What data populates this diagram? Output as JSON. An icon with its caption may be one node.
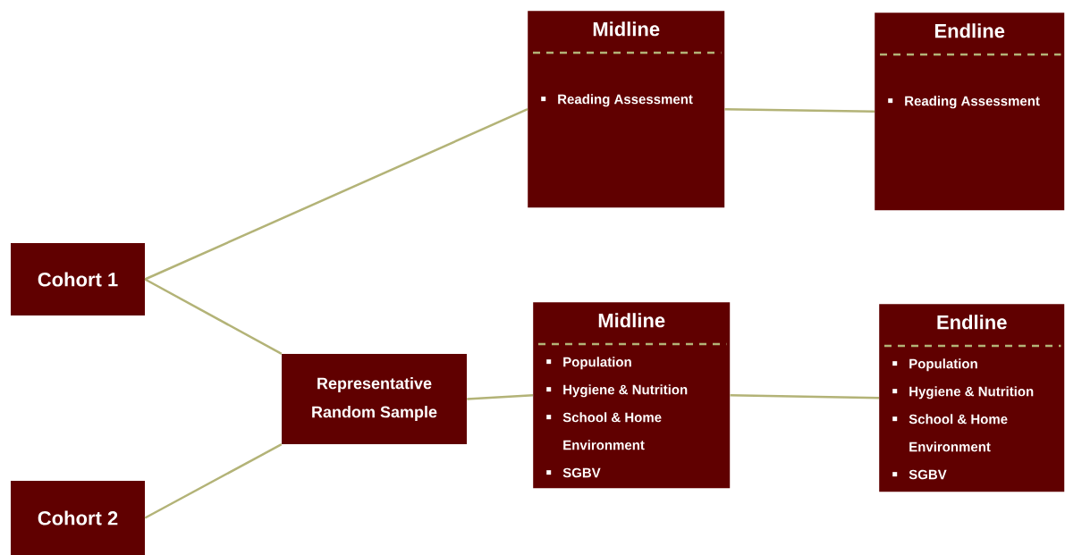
{
  "diagram": {
    "nodes": [
      {
        "text": [
          "Cohort 1"
        ]
      },
      {
        "text": [
          "Cohort 2"
        ]
      },
      {
        "text": [
          "Representative Random Sample"
        ]
      },
      {
        "text": [
          "Midline",
          "Reading Assessment"
        ]
      },
      {
        "text": [
          "Endline",
          "Reading Assessment"
        ]
      },
      {
        "text": [
          "Midline",
          "Population",
          "Hygiene & Nutrition",
          "School & Home Environment",
          "SGBV"
        ]
      },
      {
        "text": [
          "Endline",
          "Population",
          "Hygiene & Nutrition",
          "School & Home Environment",
          "SGBV"
        ]
      }
    ],
    "edges": [
      {
        "from": 0,
        "to": 3,
        "arrow": "none"
      },
      {
        "from": 3,
        "to": 4,
        "arrow": "none"
      },
      {
        "from": 0,
        "to": 2,
        "arrow": "none"
      },
      {
        "from": 1,
        "to": 2,
        "arrow": "none"
      },
      {
        "from": 2,
        "to": 5,
        "arrow": "none"
      },
      {
        "from": 5,
        "to": 6,
        "arrow": "none"
      }
    ]
  }
}
